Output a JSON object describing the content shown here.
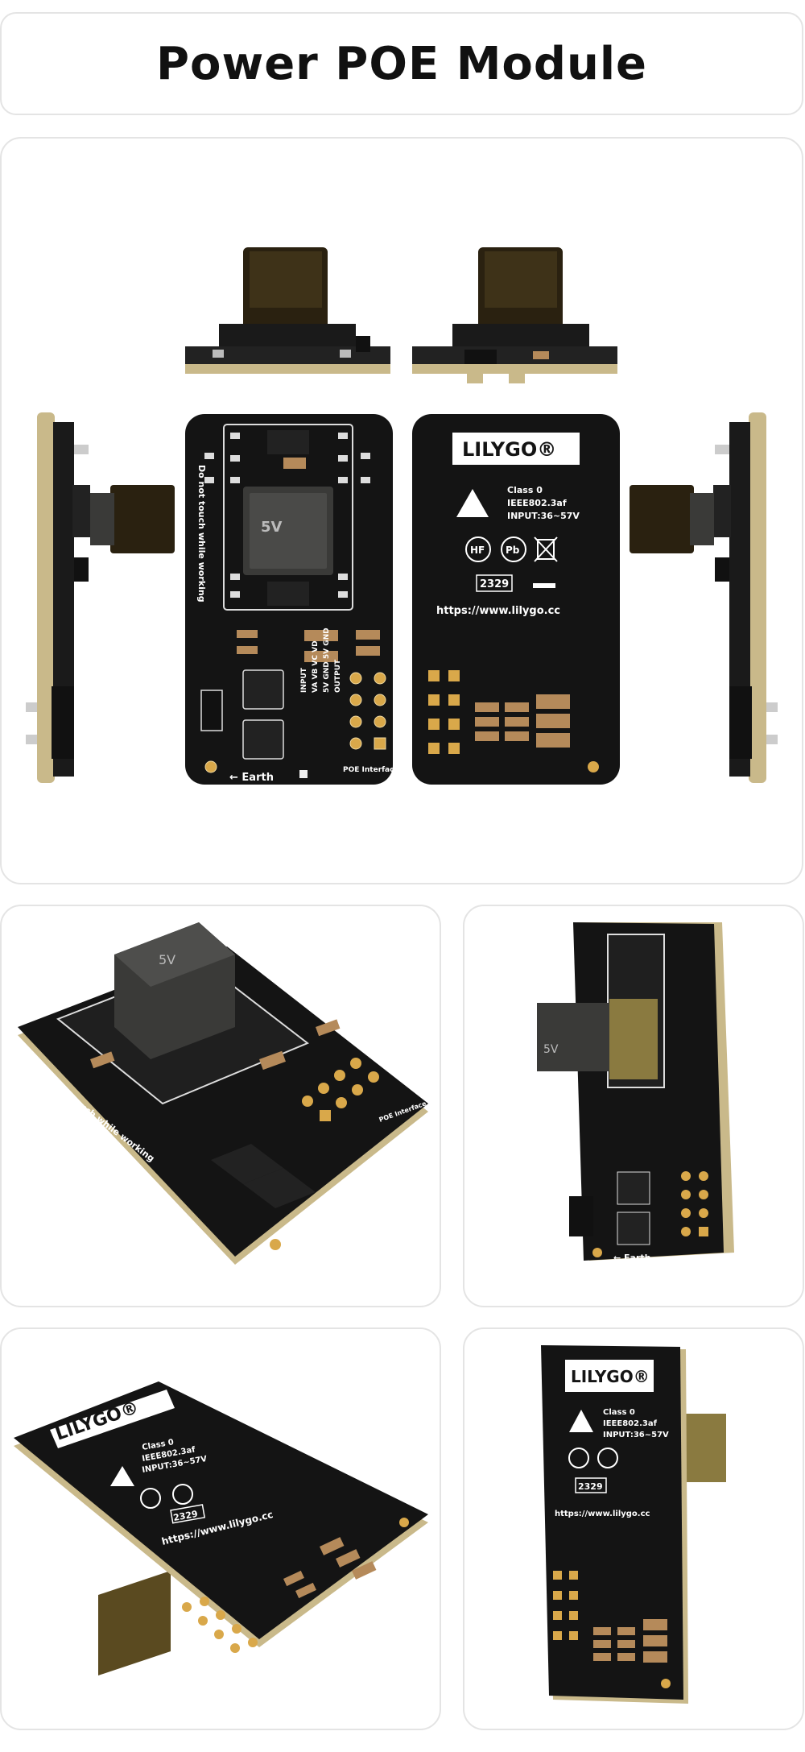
{
  "title": "Power POE Module",
  "colors": {
    "pcb": "#141414",
    "pcb_edge": "#c9b98a",
    "pad_gold": "#d9a84a",
    "transformer": "#3a3a38",
    "connector": "#2a2110",
    "card_border": "#e4e4e4"
  },
  "board": {
    "front_silk": {
      "warning": "Do not touch while working",
      "earth": "← Earth",
      "poe_interface": "POE Interface",
      "transformer_label": "5V",
      "input_labels": "VA VB VC VD",
      "input_title": "INPUT",
      "output_labels": "5V GND 5V GND",
      "output_title": "OUTPUT"
    },
    "back_silk": {
      "brand": "LILYGO®",
      "class": "Class 0",
      "standard": "IEEE802.3af",
      "input": "INPUT:36~57V",
      "hf": "HF",
      "pb": "Pb",
      "date_code": "2329",
      "url": "https://www.lilygo.cc"
    }
  }
}
